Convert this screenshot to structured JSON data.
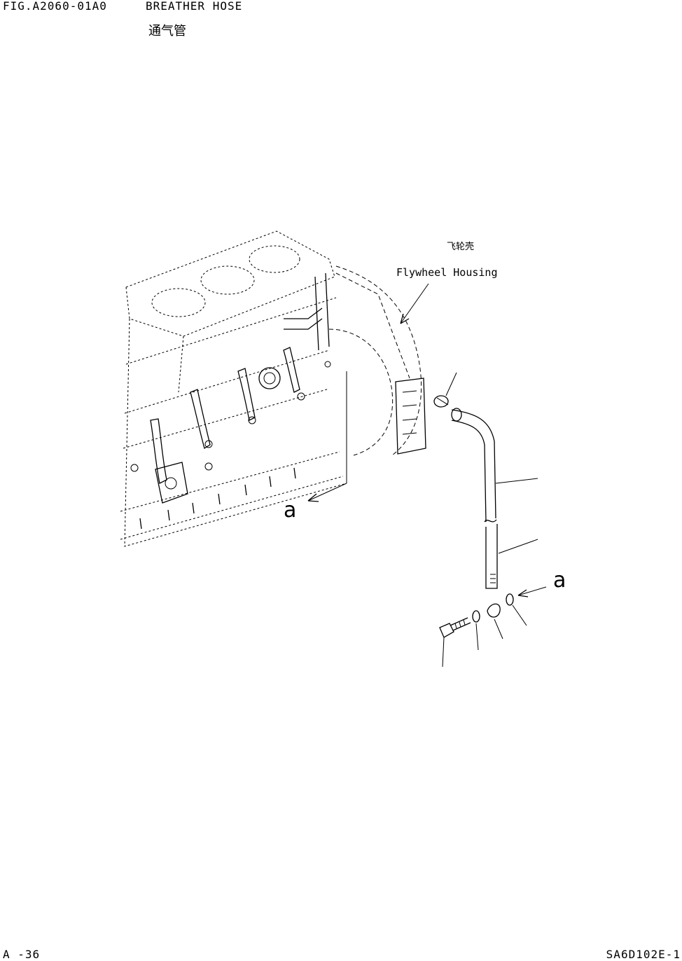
{
  "header": {
    "figure_number": "FIG.A2060-01A0",
    "title": "BREATHER HOSE",
    "title_cn": "通气管"
  },
  "callouts": {
    "flywheel_housing_cn": "飞轮壳",
    "flywheel_housing": "Flywheel Housing",
    "ref_a_engine": "a",
    "ref_a_parts": "a"
  },
  "footer": {
    "page_number": "A -36",
    "model_code": "SA6D102E-1"
  }
}
